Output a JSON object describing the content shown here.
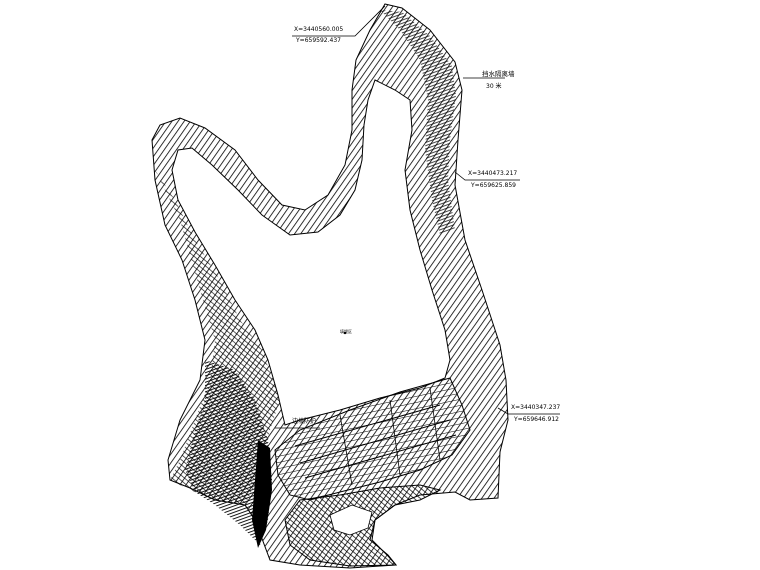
{
  "annotations": {
    "coord_top": {
      "x": "X=3440560.005",
      "y": "Y=659592.437"
    },
    "coord_right_upper": {
      "x": "X=3440473.217",
      "y": "Y=659625.859"
    },
    "coord_right_lower": {
      "x": "X=3440347.237",
      "y": "Y=659646.912"
    },
    "label_wall": "挡水隔离墙",
    "label_wall_sub": "30 米",
    "label_center": "填埋区",
    "label_slope": "边坡防护"
  },
  "colors": {
    "ink": "#000000",
    "paper": "#ffffff"
  }
}
